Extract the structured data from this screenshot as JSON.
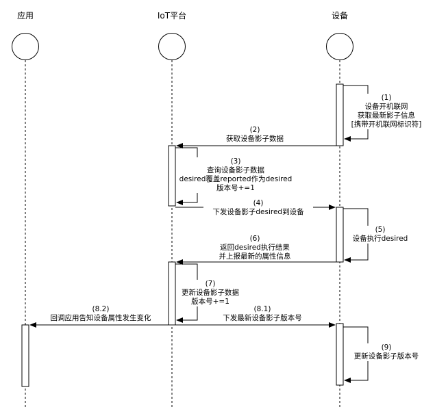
{
  "actors": {
    "app": "应用",
    "platform": "IoT平台",
    "device": "设备"
  },
  "messages": {
    "m1": [
      "(1)",
      "设备开机联网",
      "获取最新影子信息",
      "[携带开机联网标识符]"
    ],
    "m2": [
      "(2)",
      "获取设备影子数据"
    ],
    "m3": [
      "(3)",
      "查询设备影子数据",
      "desired覆盖reported作为desired",
      "版本号+=1"
    ],
    "m4": [
      "(4)",
      "下发设备影子desired到设备"
    ],
    "m5": [
      "(5)",
      "设备执行desired"
    ],
    "m6": [
      "(6)",
      "返回desired执行结果",
      "并上报最新的属性信息"
    ],
    "m7": [
      "(7)",
      "更新设备影子数据",
      "版本号+=1"
    ],
    "m81": [
      "(8.1)",
      "下发最新设备影子版本号"
    ],
    "m82": [
      "(8.2)",
      "回调应用告知设备属性发生变化"
    ],
    "m9": [
      "(9)",
      "更新设备影子版本号"
    ]
  }
}
